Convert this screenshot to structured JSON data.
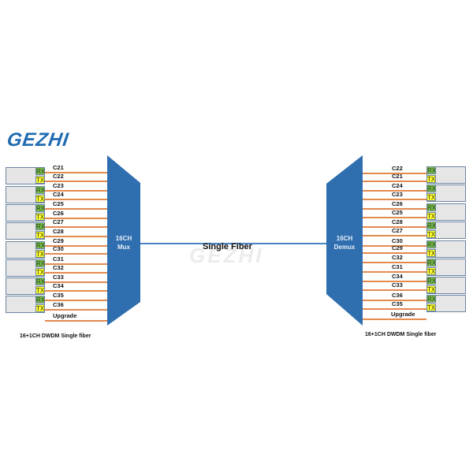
{
  "logo": {
    "text": "GEZHI",
    "color": "#1f6ab0"
  },
  "watermark": "GEZHI",
  "fiber": {
    "label": "Single Fiber",
    "color": "#4a84c4"
  },
  "colors": {
    "device": "#2f6fb0",
    "channel_line": "#e38a4e",
    "rx": "#7fbf4d",
    "tx": "#ffff33",
    "transceiver": "#e6e6e6"
  },
  "mux": {
    "label_line1": "16CH",
    "label_line2": "Mux",
    "channels": [
      "C21",
      "C22",
      "C23",
      "C24",
      "C25",
      "C26",
      "C27",
      "C28",
      "C29",
      "C30",
      "C31",
      "C32",
      "C33",
      "C34",
      "C35",
      "C36"
    ],
    "upgrade": "Upgrade",
    "caption": "16+1CH DWDM Single fiber"
  },
  "demux": {
    "label_line1": "16CH",
    "label_line2": "Demux",
    "channels": [
      "C22",
      "C21",
      "C24",
      "C23",
      "C26",
      "C25",
      "C28",
      "C27",
      "C30",
      "C29",
      "C32",
      "C31",
      "C34",
      "C33",
      "C36",
      "C35"
    ],
    "upgrade": "Upgrade",
    "caption": "16+1CH DWDM Single fiber"
  },
  "transceiver": {
    "rx_label": "RX",
    "tx_label": "TX",
    "count_per_side": 8
  }
}
